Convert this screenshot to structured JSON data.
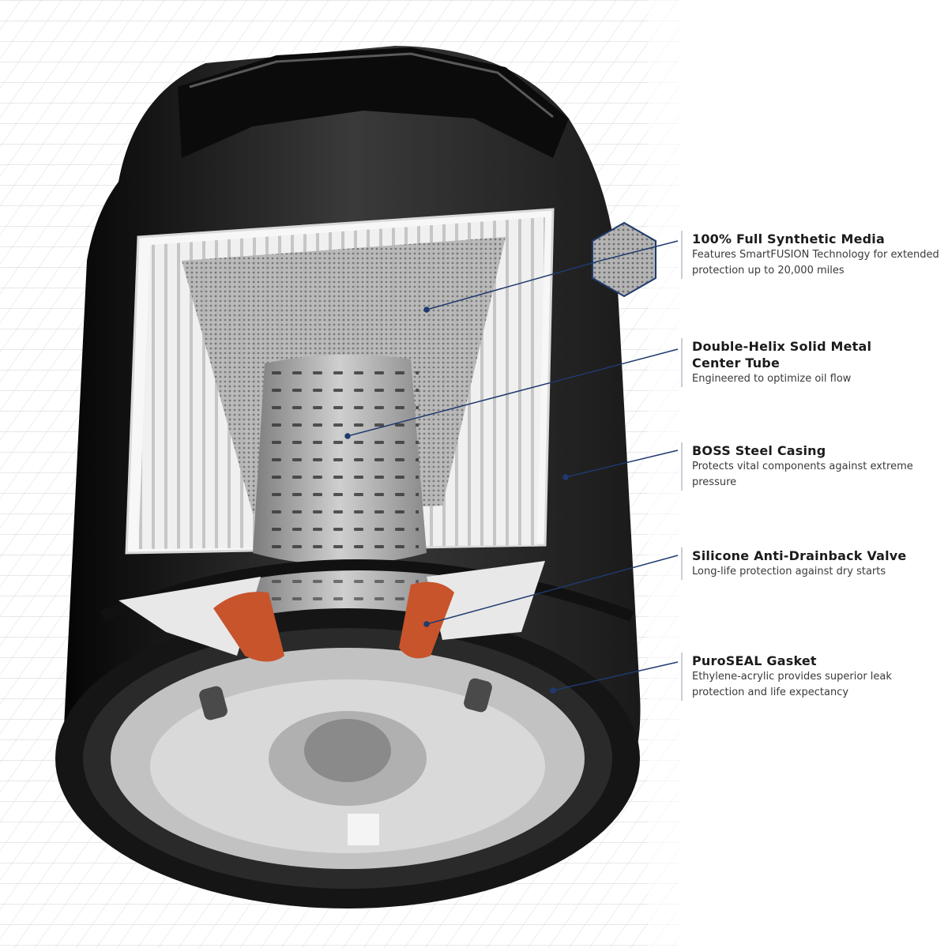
{
  "callouts": [
    {
      "title": "100% Full Synthetic Media",
      "desc": "Features SmartFUSION Technology for extended protection up to 20,000 miles"
    },
    {
      "title": "Double-Helix Solid Metal Center Tube",
      "desc": "Engineered to optimize oil flow"
    },
    {
      "title": "BOSS Steel Casing",
      "desc": "Protects vital components against extreme pressure"
    },
    {
      "title": "Silicone Anti-Drainback Valve",
      "desc": "Long-life protection against dry starts"
    },
    {
      "title": "PuroSEAL Gasket",
      "desc": "Ethylene-acrylic provides superior leak protection and life expectancy"
    }
  ],
  "colors": {
    "leader_line": "#1f3a6e",
    "valve_orange": "#c8542b",
    "casing_black": "#141414"
  }
}
